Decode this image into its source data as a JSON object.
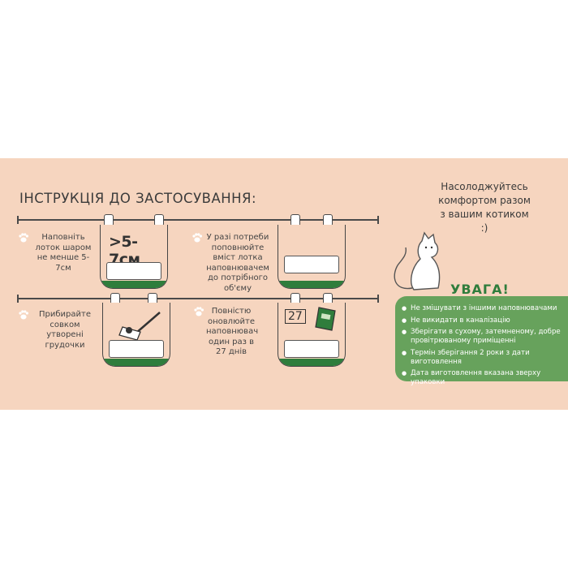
{
  "instructions": {
    "title": "ІНСТРУКЦІЯ ДО ЗАСТОСУВАННЯ:",
    "steps": [
      {
        "text": "Наповніть лоток шаром не менше 5-7см",
        "tray_label": ">5-7см"
      },
      {
        "text": "У разі потреби поповнюйте вміст лотка наповнювачем до потрібного об'єму"
      },
      {
        "text": "Прибирайте совком утворені грудочки"
      },
      {
        "text": "Повністю оновлюйте наповнювач один раз в 27 днів",
        "calendar_label": "27"
      }
    ]
  },
  "cta": {
    "text": "Насолоджуйтесь комфортом разом з вашим котиком :)"
  },
  "warning": {
    "title": "УВАГА!",
    "items": [
      "Не змішувати з іншими наповнювачами",
      "Не викидати в каналізацію",
      "Зберігати в сухому, затемненому, добре провітрюваному приміщенні",
      "Термін зберігання 2 роки з дати виготовлення",
      "Дата виготовлення вказана зверху упаковки"
    ]
  },
  "colors": {
    "banner_bg": "#f6d5bf",
    "accent_green": "#2f7d3c",
    "panel_green": "#67a25c",
    "text_dark": "#3a3a3a"
  },
  "icons": {
    "step_bullet": "paw-icon",
    "mascot": "cat-icon"
  }
}
